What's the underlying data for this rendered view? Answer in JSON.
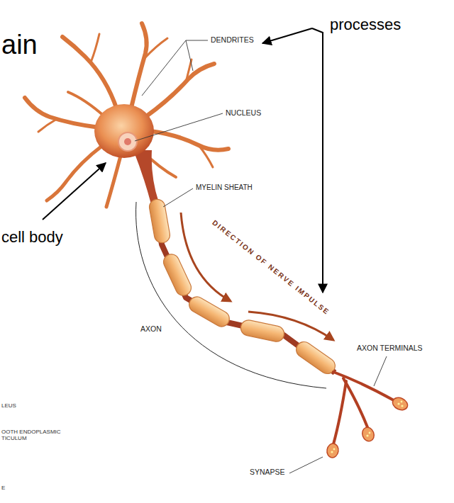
{
  "diagram": {
    "title": "ain",
    "labels": [
      "processes",
      "DENDRITES",
      "NUCLEUS",
      "cell body",
      "MYELIN SHEATH",
      "DIRECTION OF NERVE IMPULSE",
      "AXON",
      "AXON TERMINALS",
      "LEUS",
      "OOTH ENDOPLASMIC TICULUM",
      "E",
      "SYNAPSE"
    ]
  }
}
